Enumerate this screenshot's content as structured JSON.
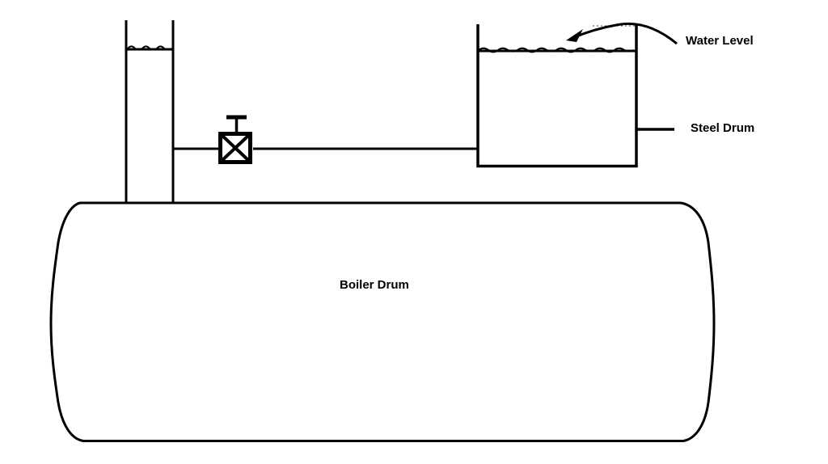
{
  "diagram": {
    "type": "technical-line-diagram",
    "subject": "boiler drum water level gauge",
    "labels": {
      "water_level": "Water Level",
      "steel_drum": "Steel Drum",
      "boiler_drum": "Boiler Drum"
    },
    "components": [
      "gauge-glass-pipe",
      "gate-valve",
      "connecting-pipe",
      "steel-drum-tank",
      "boiler-drum-vessel",
      "water-level-wavy-line",
      "water-level-pointer-arrow",
      "steel-drum-leader-line"
    ],
    "colors": {
      "line": "#000000",
      "background": "#ffffff",
      "text": "#000000"
    }
  }
}
